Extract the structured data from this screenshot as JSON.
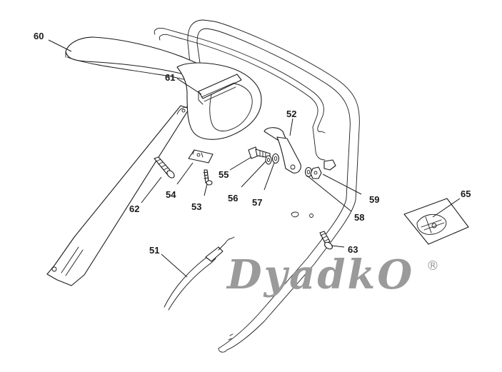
{
  "labels": {
    "p51": "51",
    "p52": "52",
    "p53": "53",
    "p54": "54",
    "p55": "55",
    "p56": "56",
    "p57": "57",
    "p58": "58",
    "p59": "59",
    "p60": "60",
    "p61": "61",
    "p62": "62",
    "p63": "63",
    "p65": "65"
  },
  "watermark": {
    "text": "DyadkO",
    "mark": "®",
    "color": "#9a9a9a"
  },
  "colors": {
    "ink": "#1a1a1a",
    "background": "#ffffff"
  }
}
